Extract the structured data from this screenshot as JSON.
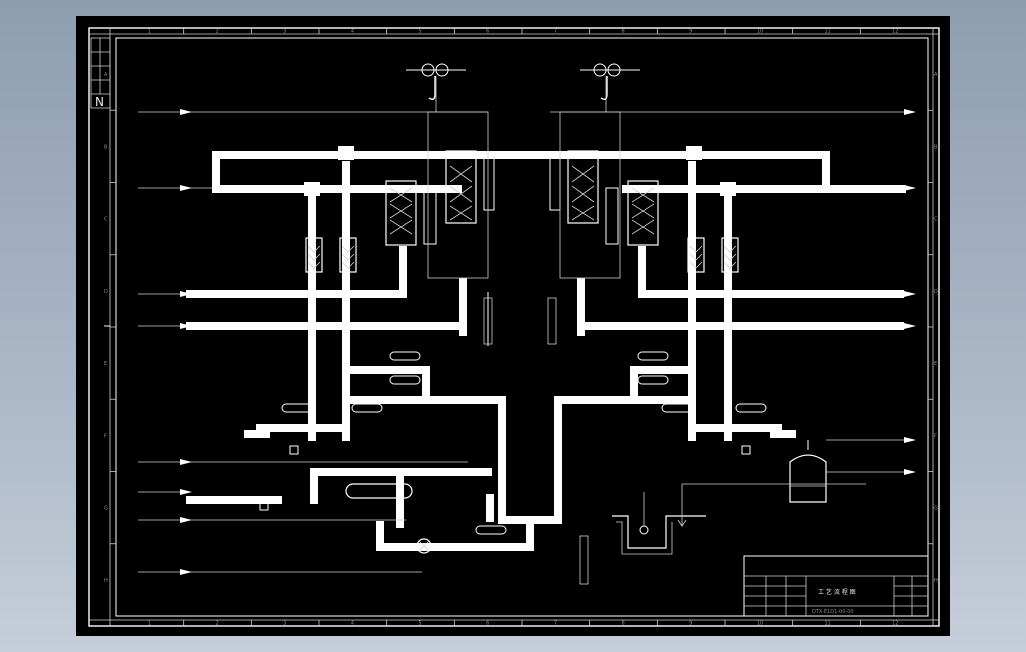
{
  "drawing": {
    "title_block": {
      "title": "工 艺 流 程 图",
      "drawing_number": "DTX-E1D1-00-00"
    },
    "north_marker": "N",
    "border_columns": [
      "1",
      "2",
      "3",
      "4",
      "5",
      "6",
      "7",
      "8",
      "9",
      "10",
      "11",
      "12"
    ],
    "border_rows": [
      "A",
      "B",
      "C",
      "D",
      "E",
      "F",
      "G",
      "H"
    ],
    "colors": {
      "background": "#000000",
      "pipe": "#ffffff",
      "viewport_frame": "#8e9db0"
    }
  }
}
